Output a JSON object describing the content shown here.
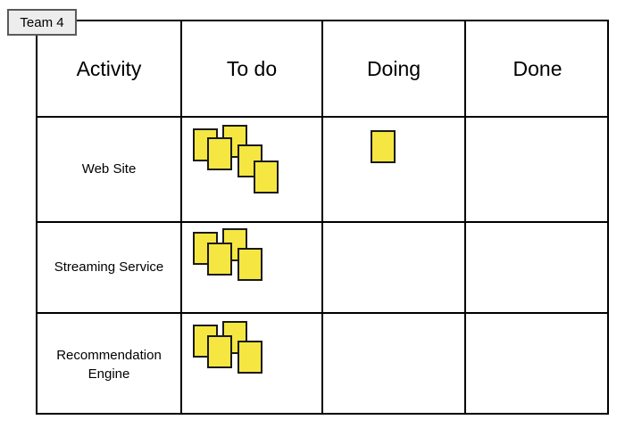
{
  "tab": {
    "label": "Team 4"
  },
  "board": {
    "columns": [
      {
        "key": "activity",
        "label": "Activity"
      },
      {
        "key": "todo",
        "label": "To do"
      },
      {
        "key": "doing",
        "label": "Doing"
      },
      {
        "key": "done",
        "label": "Done"
      }
    ],
    "rows": [
      {
        "activity": "Web Site",
        "counts": {
          "todo": 5,
          "doing": 1,
          "done": 0
        },
        "notes": {
          "todo": [
            {
              "x": 12,
              "y": 12,
              "z": 1
            },
            {
              "x": 28,
              "y": 22,
              "z": 2
            },
            {
              "x": 45,
              "y": 8,
              "z": 1
            },
            {
              "x": 62,
              "y": 30,
              "z": 2
            },
            {
              "x": 80,
              "y": 48,
              "z": 3
            }
          ],
          "doing": [
            {
              "x": 53,
              "y": 14,
              "z": 1
            }
          ],
          "done": []
        }
      },
      {
        "activity": "Streaming Service",
        "counts": {
          "todo": 4,
          "doing": 0,
          "done": 0
        },
        "notes": {
          "todo": [
            {
              "x": 12,
              "y": 10,
              "z": 1
            },
            {
              "x": 28,
              "y": 22,
              "z": 2
            },
            {
              "x": 45,
              "y": 6,
              "z": 1
            },
            {
              "x": 62,
              "y": 28,
              "z": 2
            }
          ],
          "doing": [],
          "done": []
        }
      },
      {
        "activity": "Recommendation Engine",
        "counts": {
          "todo": 4,
          "doing": 0,
          "done": 0
        },
        "notes": {
          "todo": [
            {
              "x": 12,
              "y": 12,
              "z": 1
            },
            {
              "x": 28,
              "y": 24,
              "z": 2
            },
            {
              "x": 45,
              "y": 8,
              "z": 1
            },
            {
              "x": 62,
              "y": 30,
              "z": 2
            }
          ],
          "doing": [],
          "done": []
        }
      }
    ]
  },
  "style": {
    "note_fill": "#F5E642",
    "note_border": "#1a1a16",
    "grid_color": "#000000",
    "tab_fill": "#ededed",
    "tab_border": "#5a5a5a",
    "background": "#ffffff"
  }
}
